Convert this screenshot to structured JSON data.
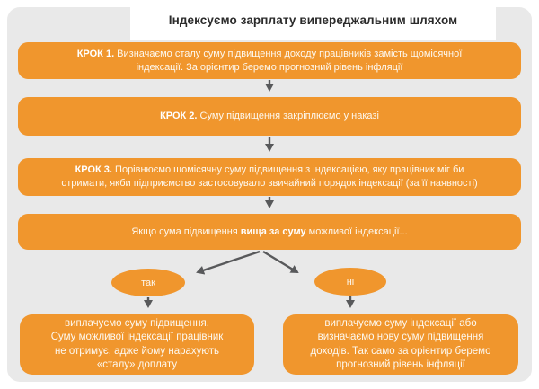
{
  "title": "Індексуємо зарплату випереджальним шляхом",
  "steps": [
    {
      "label": "КРОК 1.",
      "text": " Визначаємо сталу суму підвищення доходу працівників замість щомісячної\nіндексації. За орієнтир беремо прогнозний рівень інфляції"
    },
    {
      "label": "КРОК 2.",
      "text": " Суму підвищення закріплюємо у наказі"
    },
    {
      "label": "КРОК 3.",
      "text": " Порівнюємо щомісячну суму підвищення з індексацією, яку працівник міг би\nотримати, якби підприємство застосовувало звичайний порядок індексації (за її наявності)"
    }
  ],
  "condition": {
    "pre": "Якщо сума підвищення ",
    "bold": "вища за суму",
    "post": " можливої індексації..."
  },
  "branch_yes": {
    "label": "так",
    "text": "виплачуємо суму підвищення.\nСуму можливої індексації працівник\nне отримує, адже йому нарахують\n«сталу» доплату"
  },
  "branch_no": {
    "label": "ні",
    "text": "виплачуємо суму індексації або\nвизначаємо нову суму підвищення\nдоходів. Так само за орієнтир беремо\nпрогнозний рівень інфляції"
  },
  "colors": {
    "orange": "#F0962D",
    "panel_gray": "#E9E9E9",
    "arrow_gray": "#58595B",
    "title_text": "#2B2B2B"
  }
}
